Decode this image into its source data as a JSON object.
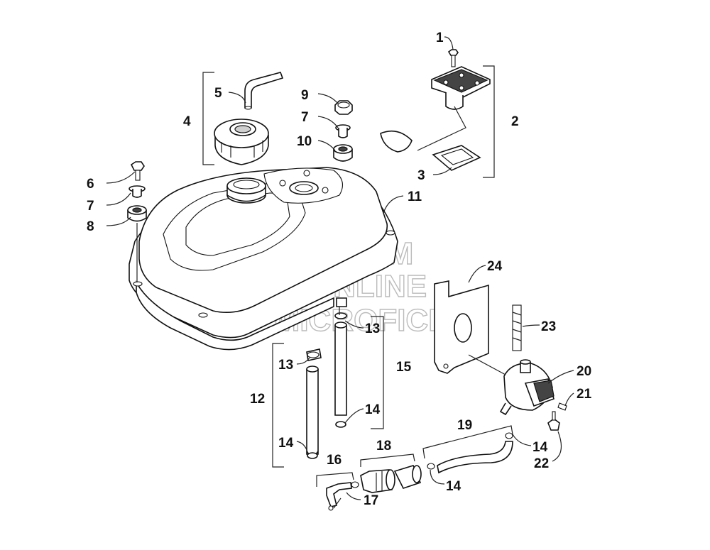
{
  "watermark": {
    "line1": "HLSM",
    "line2": "ONLINE",
    "line3": "MICROFICHE"
  },
  "callouts": [
    {
      "id": "c1",
      "text": "1"
    },
    {
      "id": "c2",
      "text": "2"
    },
    {
      "id": "c3",
      "text": "3"
    },
    {
      "id": "c4",
      "text": "4"
    },
    {
      "id": "c5",
      "text": "5"
    },
    {
      "id": "c6",
      "text": "6"
    },
    {
      "id": "c7a",
      "text": "7"
    },
    {
      "id": "c7b",
      "text": "7"
    },
    {
      "id": "c8",
      "text": "8"
    },
    {
      "id": "c9",
      "text": "9"
    },
    {
      "id": "c10",
      "text": "10"
    },
    {
      "id": "c11",
      "text": "11"
    },
    {
      "id": "c12",
      "text": "12"
    },
    {
      "id": "c13a",
      "text": "13"
    },
    {
      "id": "c13b",
      "text": "13"
    },
    {
      "id": "c14a",
      "text": "14"
    },
    {
      "id": "c14b",
      "text": "14"
    },
    {
      "id": "c14c",
      "text": "14"
    },
    {
      "id": "c14d",
      "text": "14"
    },
    {
      "id": "c15",
      "text": "15"
    },
    {
      "id": "c16",
      "text": "16"
    },
    {
      "id": "c17",
      "text": "17"
    },
    {
      "id": "c18",
      "text": "18"
    },
    {
      "id": "c19",
      "text": "19"
    },
    {
      "id": "c20",
      "text": "20"
    },
    {
      "id": "c21",
      "text": "21"
    },
    {
      "id": "c22",
      "text": "22"
    },
    {
      "id": "c23",
      "text": "23"
    },
    {
      "id": "c24",
      "text": "24"
    }
  ]
}
